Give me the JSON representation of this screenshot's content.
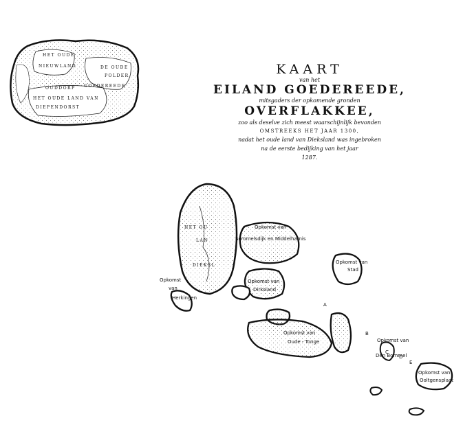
{
  "title": {
    "line1": "KAART",
    "line2": "van het",
    "line3": "EILAND GOEDEREEDE,",
    "line4": "mitsgaders der opkomende gronden",
    "line5": "OVERFLAKKEE,",
    "line6": "zoo als deselve zich meest waarschijnlijk bevonden",
    "line7": "OMSTREEKS HET JAAR 1300,",
    "line8": "nadat het oude land van Dieksland was ingebroken",
    "line9": "na de eerste bedijking van het jaar",
    "line10": "1287."
  },
  "inset": {
    "labels": [
      "HET OUDE",
      "NIEUWLAND",
      "DE OUDE",
      "POLDER",
      "OUDDORP",
      "GOEDEREEDE",
      "HET OUDE LAND VAN",
      "DIEPENDORST"
    ]
  },
  "islands": {
    "main_labels": [
      "HET OU",
      "LAN",
      "DIEKSL"
    ],
    "labels": [
      {
        "name": "opkomst-sommelsdijk",
        "lines": [
          "Opkomst van",
          "Sommelsdijk en Middelharnis"
        ]
      },
      {
        "name": "opkomst-stad",
        "lines": [
          "Opkomst van",
          "Stad"
        ]
      },
      {
        "name": "opkomst-herkingen",
        "lines": [
          "Opkomst",
          "van",
          "Herkingen"
        ]
      },
      {
        "name": "opkomst-dirksland",
        "lines": [
          "Opkomst van",
          "Dirksland"
        ]
      },
      {
        "name": "opkomst-oude-tonge",
        "lines": [
          "Opkomst van",
          "Oude - Tonge"
        ]
      },
      {
        "name": "opkomst-den-bommel",
        "lines": [
          "Opkomst van",
          "Den Bommel"
        ]
      },
      {
        "name": "opkomst-ooltgensplaat",
        "lines": [
          "Opkomst van",
          "Ooltgensplaat"
        ]
      }
    ]
  },
  "letters": [
    "A",
    "B",
    "C",
    "D",
    "E"
  ]
}
